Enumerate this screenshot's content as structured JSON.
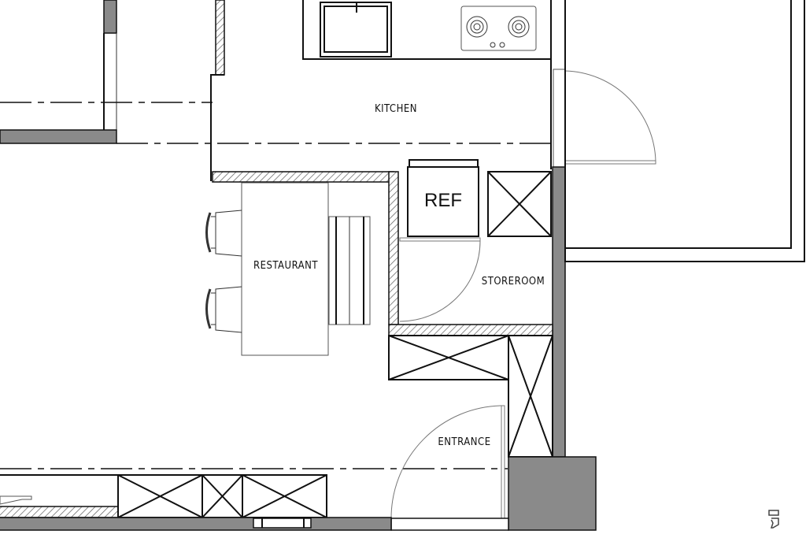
{
  "plan": {
    "rooms": {
      "kitchen": "KITCHEN",
      "refrigerator": "REF",
      "restaurant": "RESTAURANT",
      "storeroom": "STOREROOM",
      "entrance": "ENTRANCE"
    },
    "colors": {
      "wall": "#8a8a8a",
      "line": "#111111",
      "background": "#ffffff"
    }
  }
}
